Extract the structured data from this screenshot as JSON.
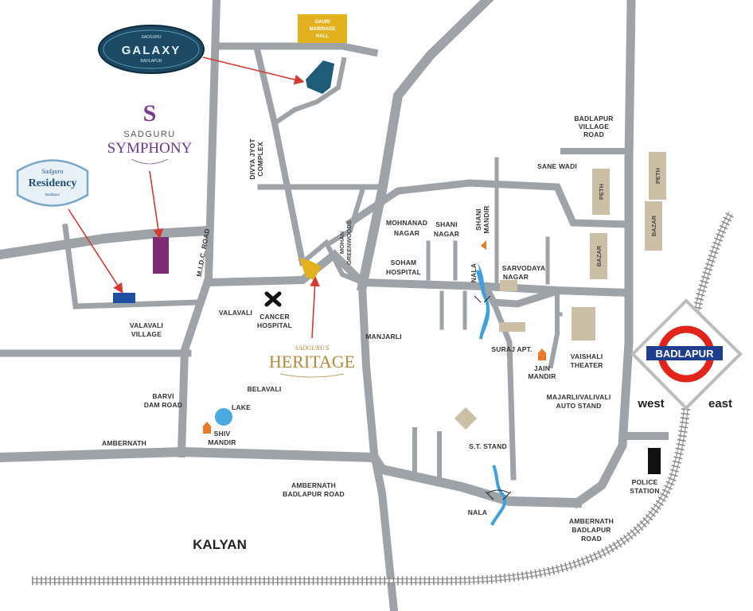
{
  "colors": {
    "road": "#9ea3a8",
    "water": "#3fa0e0",
    "building": "#cbbfa6",
    "landmark_gold": "#e3b01e",
    "arrow": "#d23a32",
    "station_red": "#e2231a",
    "station_blue": "#1d3f8e",
    "temple_orange": "#e97a2b"
  },
  "brands": {
    "galaxy": {
      "title": "GALAXY",
      "top": "SADGURU",
      "bottom": "BADLAPUR"
    },
    "symphony": {
      "top": "SADGURU",
      "title": "SYMPHONY"
    },
    "residency": {
      "top": "Sadguru",
      "title": "Residency",
      "bottom": "Badlapur"
    },
    "heritage": {
      "top": "SADGURU'S",
      "title": "HERITAGE"
    }
  },
  "station": {
    "name": "BADLAPUR",
    "west": "west",
    "east": "east"
  },
  "city": "KALYAN",
  "labels": {
    "gauri_hall": [
      "GAURI",
      "MARRIAGE",
      "HALL"
    ],
    "divya_jyot": [
      "DIVYA JYOT",
      "COMPLEX"
    ],
    "badlapur_village_road": [
      "BADLAPUR",
      "VILLAGE",
      "ROAD"
    ],
    "sane_wadi": "SANE WADI",
    "peth_1": "PETH",
    "peth_2": "PETH",
    "bazar_1": "BAZAR",
    "bazar_2": "BAZAR",
    "mohnanad_nagar": [
      "MOHNANAD",
      "NAGAR"
    ],
    "shani_nagar": [
      "SHANI",
      "NAGAR"
    ],
    "shani_mandir": [
      "SHANI",
      "MANDIR"
    ],
    "mohan_greenwoods": [
      "MOHAN",
      "GREENWOODS"
    ],
    "soham_hospital": [
      "SOHAM",
      "HOSPITAL"
    ],
    "nala_1": "NALA",
    "sarvodaya_nagar": [
      "SARVODAYA",
      "NAGAR"
    ],
    "midc_road": "M.I.D.C. ROAD",
    "valavali": "VALAVALI",
    "cancer_hospital": [
      "CANCER",
      "HOSPITAL"
    ],
    "valavali_village": [
      "VALAVALI",
      "VILLAGE"
    ],
    "manjarli": "MANJARLI",
    "suraj_apt": "SURAJ APT.",
    "jain_mandir": [
      "JAIN",
      "MANDIR"
    ],
    "vaishali_theater": [
      "VAISHALI",
      "THEATER"
    ],
    "belavali": "BELAVALI",
    "barvi_dam_road": [
      "BARVI",
      "DAM ROAD"
    ],
    "lake": "LAKE",
    "shiv_mandir": [
      "SHIV",
      "MANDIR"
    ],
    "majarli_auto": [
      "MAJARLI/VALIVALI",
      "AUTO STAND"
    ],
    "ambernath": "AMBERNATH",
    "st_stand": "S.T. STAND",
    "police_station": [
      "POLICE",
      "STATION"
    ],
    "ambernath_badlapur_road_1": [
      "AMBERNATH",
      "BADLAPUR ROAD"
    ],
    "nala_2": "NALA",
    "ambernath_badlapur_road_2": [
      "AMBERNATH",
      "BADLAPUR",
      "ROAD"
    ]
  }
}
